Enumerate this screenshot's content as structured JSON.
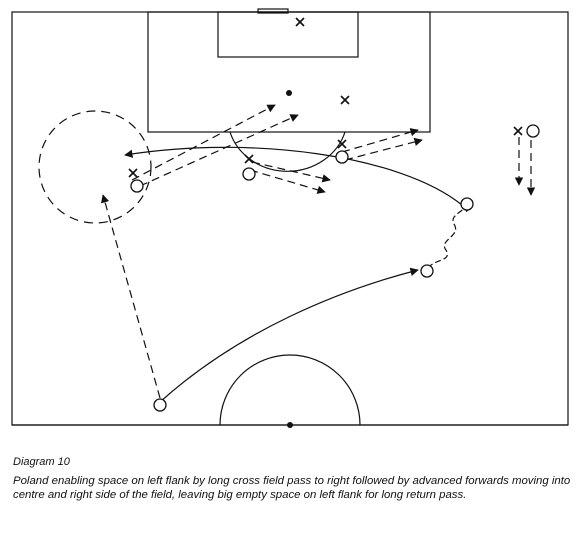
{
  "figure": {
    "label": "Diagram 10",
    "caption": "Poland enabling space on left flank by long cross field pass to right followed by advanced forwards moving into centre and right side of the field, leaving big empty space on left flank for long return pass."
  },
  "legend_symbols": {
    "attacker": "circle",
    "defender": "cross",
    "ball_path": "solid-line",
    "player_run": "dashed-line",
    "dribble": "wavy-line"
  }
}
